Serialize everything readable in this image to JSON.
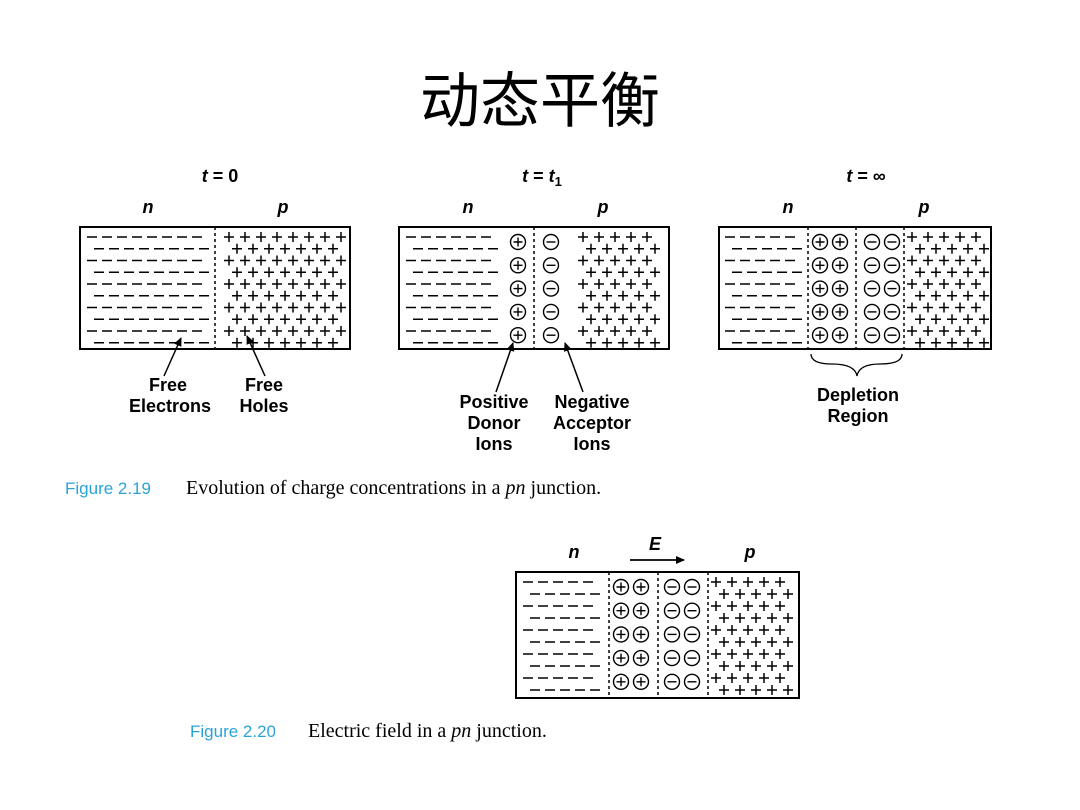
{
  "title": "动态平衡",
  "figure1": {
    "panels": [
      {
        "time": "t = 0",
        "n": "n",
        "p": "p"
      },
      {
        "time": "t = t",
        "time_sub": "1",
        "n": "n",
        "p": "p"
      },
      {
        "time": "t = ∞",
        "n": "n",
        "p": "p"
      }
    ],
    "labels": {
      "free_electrons": [
        "Free",
        "Electrons"
      ],
      "free_holes": [
        "Free",
        "Holes"
      ],
      "positive_donor": [
        "Positive",
        "Donor",
        "Ions"
      ],
      "negative_acceptor": [
        "Negative",
        "Acceptor",
        "Ions"
      ],
      "depletion": [
        "Depletion",
        "Region"
      ]
    },
    "caption_tag": "Figure 2.19",
    "caption_text_pre": "Evolution of charge concentrations in a ",
    "caption_text_italic": "pn",
    "caption_text_post": " junction."
  },
  "figure2": {
    "n": "n",
    "p": "p",
    "field": "E",
    "caption_tag": "Figure 2.20",
    "caption_text_pre": "Electric field in a ",
    "caption_text_italic": "pn",
    "caption_text_post": " junction."
  }
}
